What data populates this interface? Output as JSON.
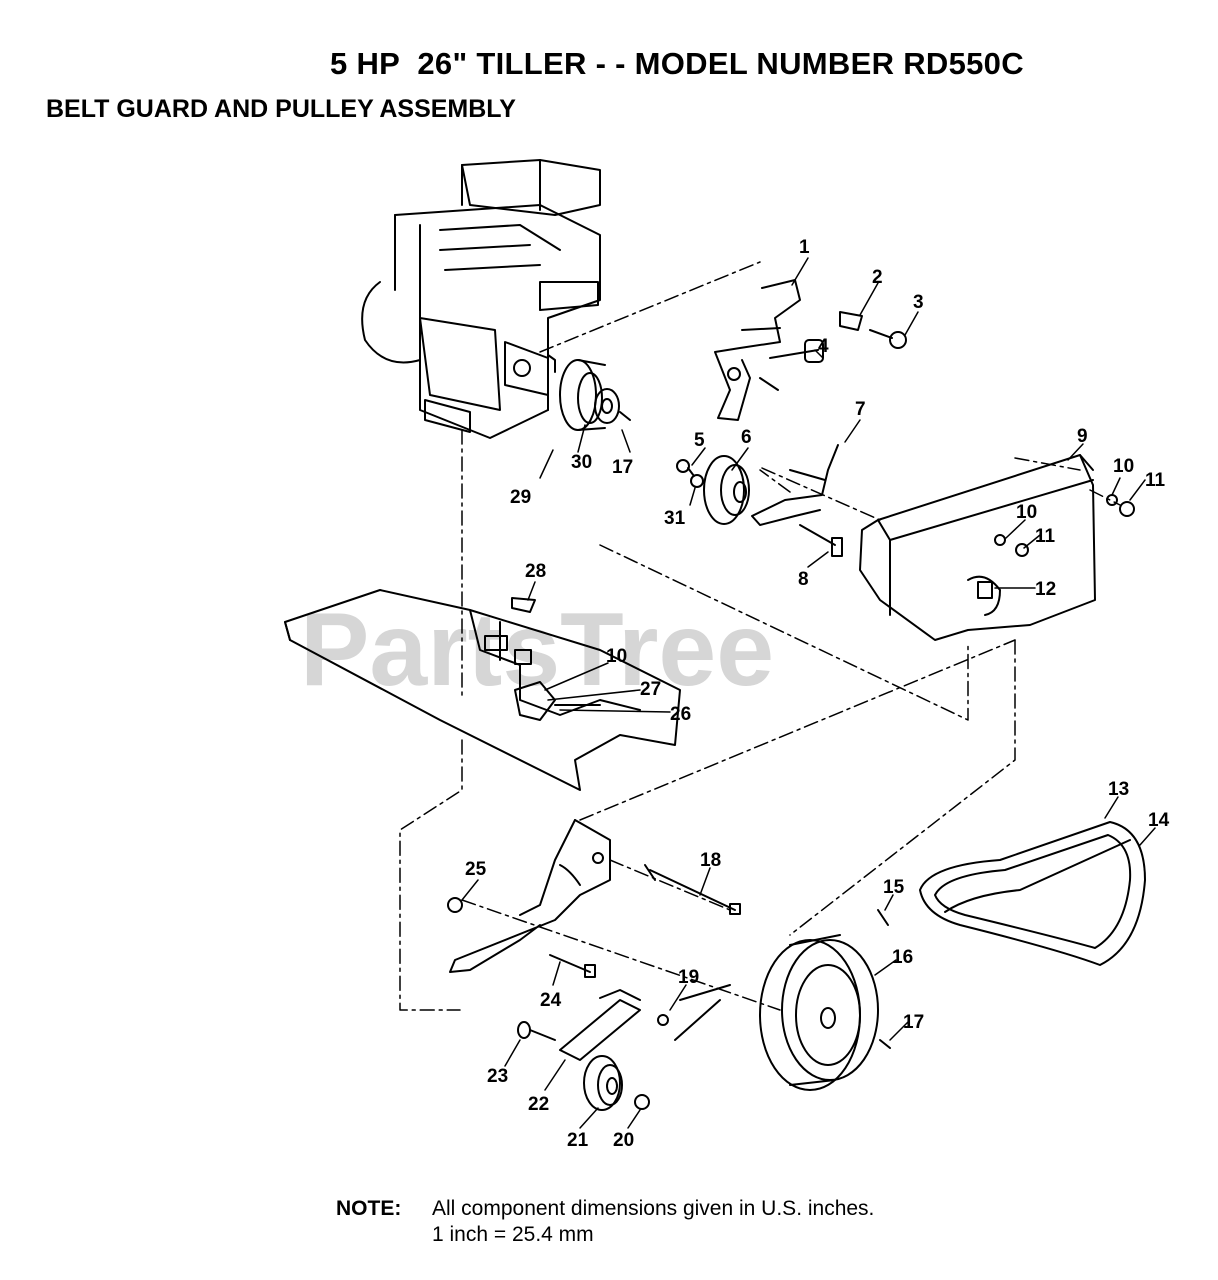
{
  "header": {
    "title": "5 HP  26\" TILLER - - MODEL NUMBER RD550C",
    "subtitle": "BELT GUARD AND PULLEY ASSEMBLY"
  },
  "watermark": {
    "text": "PartsTree"
  },
  "callouts": [
    {
      "label": "1"
    },
    {
      "label": "2"
    },
    {
      "label": "3"
    },
    {
      "label": "4"
    },
    {
      "label": "5"
    },
    {
      "label": "6"
    },
    {
      "label": "7"
    },
    {
      "label": "8"
    },
    {
      "label": "9"
    },
    {
      "label": "10"
    },
    {
      "label": "11"
    },
    {
      "label": "10"
    },
    {
      "label": "11"
    },
    {
      "label": "12"
    },
    {
      "label": "13"
    },
    {
      "label": "14"
    },
    {
      "label": "15"
    },
    {
      "label": "16"
    },
    {
      "label": "17"
    },
    {
      "label": "18"
    },
    {
      "label": "19"
    },
    {
      "label": "20"
    },
    {
      "label": "21"
    },
    {
      "label": "22"
    },
    {
      "label": "23"
    },
    {
      "label": "24"
    },
    {
      "label": "25"
    },
    {
      "label": "26"
    },
    {
      "label": "27"
    },
    {
      "label": "10"
    },
    {
      "label": "28"
    },
    {
      "label": "29"
    },
    {
      "label": "30"
    },
    {
      "label": "17"
    },
    {
      "label": "31"
    }
  ],
  "note": {
    "label": "NOTE:",
    "line1": "All component dimensions given in U.S. inches.",
    "line2": "1 inch = 25.4 mm"
  },
  "colors": {
    "ink": "#000000",
    "watermark": "#d6d6d6",
    "background": "#ffffff"
  }
}
